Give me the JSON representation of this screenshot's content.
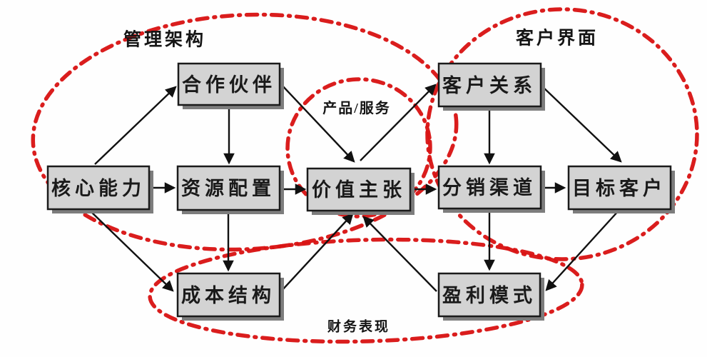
{
  "diagram": {
    "title": "",
    "groups": {
      "management": {
        "label": "管理架构"
      },
      "customer_interface": {
        "label": "客户界面"
      },
      "product_service": {
        "label": "产品/服务"
      },
      "financial_performance": {
        "label": "财务表现"
      }
    },
    "nodes": {
      "core_competence": {
        "label": "核心能力"
      },
      "partners": {
        "label": "合作伙伴"
      },
      "resource_allocation": {
        "label": "资源配置"
      },
      "value_proposition": {
        "label": "价值主张"
      },
      "customer_relationship": {
        "label": "客户关系"
      },
      "distribution_channel": {
        "label": "分销渠道"
      },
      "target_customer": {
        "label": "目标客户"
      },
      "cost_structure": {
        "label": "成本结构"
      },
      "profit_model": {
        "label": "盈利模式"
      }
    },
    "edges": [
      {
        "from": "core_competence",
        "to": "partners"
      },
      {
        "from": "partners",
        "to": "resource_allocation"
      },
      {
        "from": "partners",
        "to": "value_proposition"
      },
      {
        "from": "core_competence",
        "to": "resource_allocation"
      },
      {
        "from": "resource_allocation",
        "to": "value_proposition"
      },
      {
        "from": "resource_allocation",
        "to": "cost_structure"
      },
      {
        "from": "core_competence",
        "to": "cost_structure"
      },
      {
        "from": "value_proposition",
        "to": "customer_relationship"
      },
      {
        "from": "customer_relationship",
        "to": "distribution_channel"
      },
      {
        "from": "customer_relationship",
        "to": "target_customer"
      },
      {
        "from": "value_proposition",
        "to": "distribution_channel"
      },
      {
        "from": "distribution_channel",
        "to": "target_customer"
      },
      {
        "from": "distribution_channel",
        "to": "profit_model"
      },
      {
        "from": "target_customer",
        "to": "profit_model"
      },
      {
        "from": "cost_structure",
        "to": "value_proposition"
      },
      {
        "from": "profit_model",
        "to": "value_proposition"
      }
    ],
    "colors": {
      "zone_outline": "#d91414",
      "box_fill": "#d3d3d3",
      "box_border": "#1b1b1b",
      "box_shadow": "#7d7d7d",
      "arrow": "#111111",
      "text": "#1a1a1a",
      "background": "#ffffff"
    }
  }
}
